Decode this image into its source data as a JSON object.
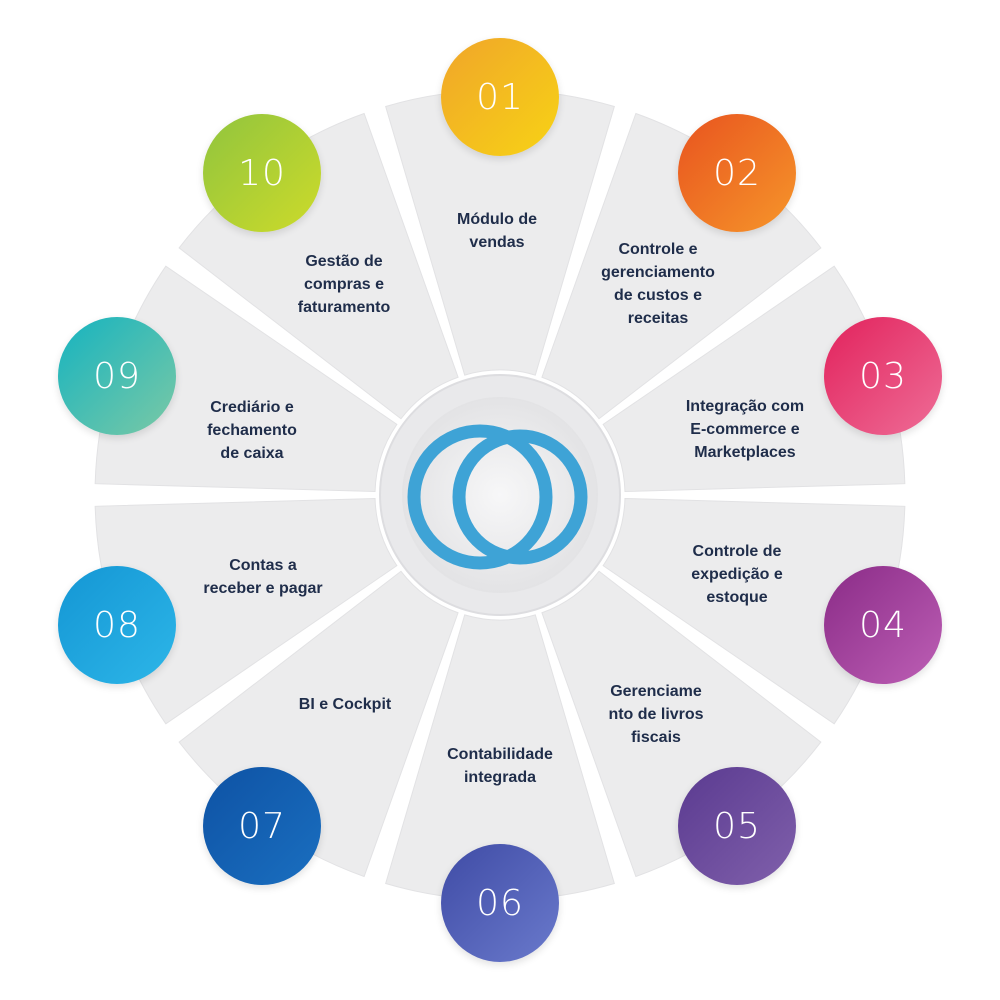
{
  "modules": [
    {
      "number": "01",
      "label": "Módulo de\nvendas",
      "color_from": "#f0a52a",
      "color_to": "#f7d315"
    },
    {
      "number": "02",
      "label": "Controle e\ngerenciamento\nde custos e\nreceitas",
      "color_from": "#e8531f",
      "color_to": "#f6962a"
    },
    {
      "number": "03",
      "label": "Integração com\nE-commerce e\nMarketplaces",
      "color_from": "#e2225c",
      "color_to": "#ee6d97"
    },
    {
      "number": "04",
      "label": "Controle de\nexpedição e\nestoque",
      "color_from": "#8a2b87",
      "color_to": "#bd5fb5"
    },
    {
      "number": "05",
      "label": "Gerenciame\nnto de livros\nfiscais",
      "color_from": "#5a3a90",
      "color_to": "#8060ab"
    },
    {
      "number": "06",
      "label": "Contabilidade\nintegrada",
      "color_from": "#3f4ba5",
      "color_to": "#6a7acc"
    },
    {
      "number": "07",
      "label": "BI e Cockpit",
      "color_from": "#0e52a4",
      "color_to": "#1a6fc0"
    },
    {
      "number": "08",
      "label": "Contas a\nreceber e pagar",
      "color_from": "#1496d4",
      "color_to": "#2db6e8"
    },
    {
      "number": "09",
      "label": "Crediário e\nfechamento\nde caixa",
      "color_from": "#15b3c0",
      "color_to": "#7bc9a5"
    },
    {
      "number": "10",
      "label": "Gestão de\ncompras e\nfaturamento",
      "color_from": "#90c43e",
      "color_to": "#cddb2a"
    }
  ],
  "center_logo": {
    "icon": "double-ring-logo-icon",
    "color": "#3ea3d6"
  },
  "segment_color": "#ececed"
}
